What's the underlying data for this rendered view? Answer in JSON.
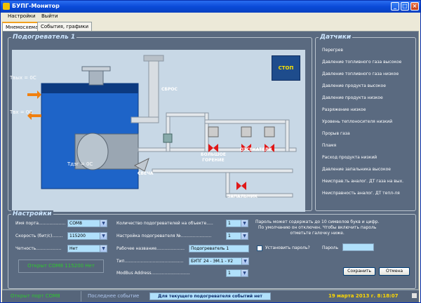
{
  "window": {
    "title": "БУПГ-Монитор"
  },
  "menu": {
    "settings": "Настройки",
    "exit": "Выйти"
  },
  "tabs": [
    {
      "label": "Мнемосхема"
    },
    {
      "label": "События, графики"
    }
  ],
  "scheme": {
    "group_title": "Подогреватель 1",
    "stop_label": "СТОП",
    "t_out": "Твых = 0С",
    "t_in": "Твх = 0С",
    "t_exhaust": "Тдэг = 0С",
    "discharge": "СБРОС",
    "large_burner": "БОЛЬШОЕ\nГОРЕНИЕ",
    "shutoffs": "ОТСЕКАТЕЛИ",
    "candle": "СВЕЧА",
    "igniter": "ЗАПАЛЬНИК"
  },
  "sensors": {
    "group_title": "Датчики",
    "items": [
      "Перегрев",
      "Давление топливного газа высокое",
      "Давление топливного газа низкое",
      "Давление продукта высокое",
      "Давление продукта низкое",
      "Разряжение низкое",
      "Уровень теплоносителя низкий",
      "Прорыв газа",
      "Пламя",
      "Расход продукта низкий",
      "Давление запальника высокое",
      "Неисправ.ть аналог. ДТ газа на вых.",
      "Неисправность аналог. ДТ тепл-ля"
    ]
  },
  "settings": {
    "group_title": "Настройки",
    "port_label": "Имя порта....................",
    "port_value": "COM8",
    "speed_label": "Скорость (бит/с)........",
    "speed_value": "115200",
    "parity_label": "Четность...................",
    "parity_value": "Нет",
    "open_status": "Открыт COM8 115200 Нет",
    "heaters_count_label": "Количество подогревателей на объекте.....",
    "heaters_count_value": "1",
    "heater_setup_label": "Настройка подогревателя №.......................",
    "heater_setup_value": "1",
    "work_name_label": "Рабочее название.....................",
    "work_name_value": "Подогреватель 1",
    "type_label": "Тип............................................",
    "type_value": "БУПГ 24 - ЭМ.1 - У2",
    "modbus_label": "ModBus Address.............................",
    "modbus_value": "1",
    "password_note": "Пароль может содержать до 10 символов букв и цифр.\nПо умолчанию он отключен. Чтобы включить пароль\nотметьте галочку ниже.",
    "set_password_label": "Установить пароль?",
    "password_label": "Пароль",
    "password_value": "",
    "save_label": "Сохранить",
    "cancel_label": "Отмена"
  },
  "statusbar": {
    "port_open": "Открыт порт COM8",
    "last_event_label": "Последнее событие",
    "last_event_value": "Для текущего подогревателя событий нет",
    "datetime": "19 марта 2013 г. 8:18:07"
  },
  "colors": {
    "status_green": "#2ec82e",
    "date_yellow": "#ffd800",
    "accent_blue": "#b0e0fb"
  }
}
